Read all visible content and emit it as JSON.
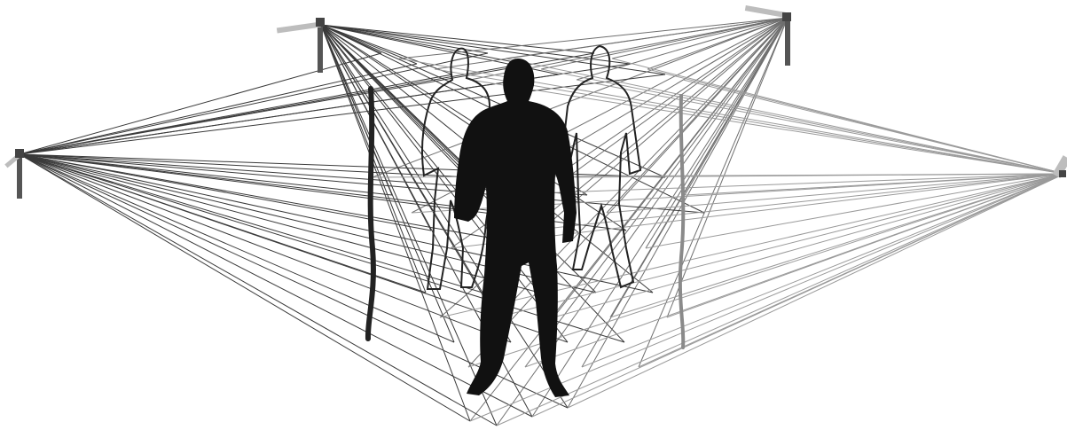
{
  "scene": {
    "description_free": true,
    "colors": {
      "background": "#ffffff",
      "ray_dark": "#3a3a3a",
      "ray_mid": "#6f6f6f",
      "ray_light": "#9a9a9a",
      "figure_fill": "#111111",
      "outline": "#222222",
      "light_bar": "#bdbdbd",
      "pole": "#555555"
    },
    "cameras": [
      {
        "id": "camera-top-left",
        "icon": "camera-icon"
      },
      {
        "id": "camera-top-right",
        "icon": "camera-icon"
      },
      {
        "id": "camera-left",
        "icon": "camera-icon"
      },
      {
        "id": "camera-right",
        "icon": "camera-icon"
      }
    ]
  }
}
